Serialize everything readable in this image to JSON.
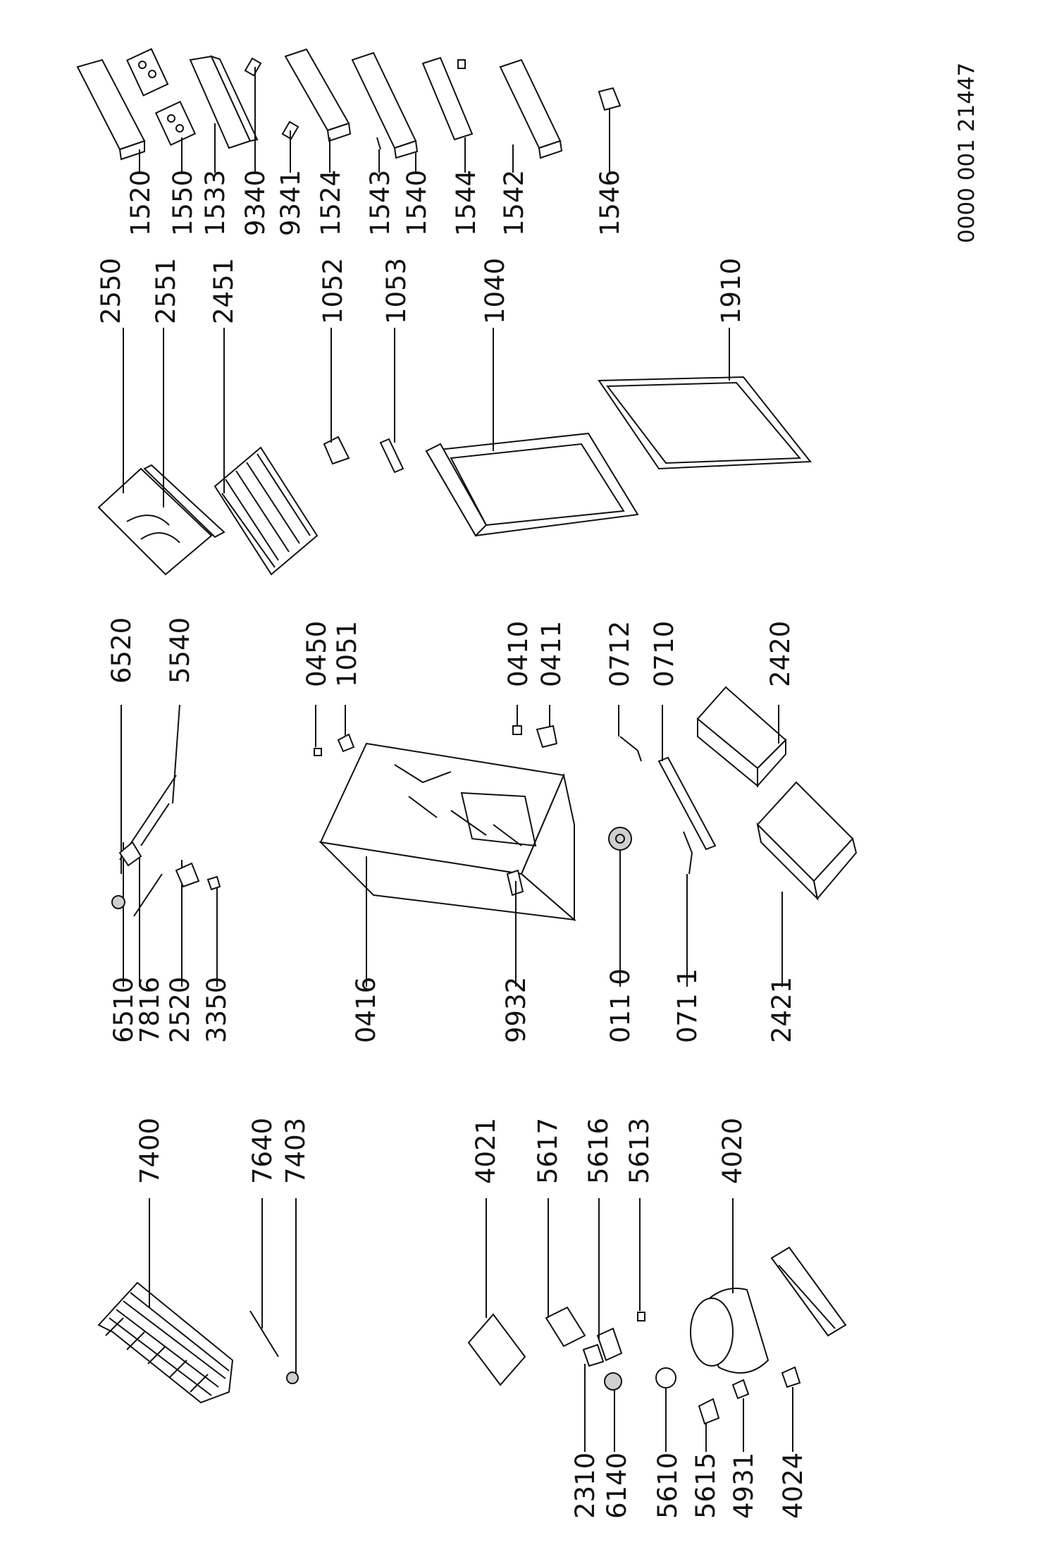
{
  "drawing_ref": "0000  001  21447",
  "labels": {
    "c1520": "1520",
    "c1550": "1550",
    "c1533": "1533",
    "c9340": "9340",
    "c9341": "9341",
    "c1524": "1524",
    "c1543": "1543",
    "c1540": "1540",
    "c1544": "1544",
    "c1542": "1542",
    "c1546": "1546",
    "c2550": "2550",
    "c2551": "2551",
    "c2451": "2451",
    "c1052": "1052",
    "c1053": "1053",
    "c1040": "1040",
    "c1910": "1910",
    "c6520": "6520",
    "c5540": "5540",
    "c0450": "0450",
    "c1051": "1051",
    "c0410": "0410",
    "c0411": "0411",
    "c0712": "0712",
    "c0710": "0710",
    "c2420": "2420",
    "c6510": "6510",
    "c7816": "7816",
    "c2520": "2520",
    "c3350": "3350",
    "c0416": "0416",
    "c9932": "9932",
    "c0110": "011 0",
    "c0711": "071 1",
    "c2421": "2421",
    "c7400": "7400",
    "c7640": "7640",
    "c7403": "7403",
    "c4021": "4021",
    "c5617": "5617",
    "c5616": "5616",
    "c5613": "5613",
    "c4020": "4020",
    "c2310": "2310",
    "c6140": "6140",
    "c5610": "5610",
    "c5615": "5615",
    "c4931": "4931",
    "c4024": "4024"
  }
}
